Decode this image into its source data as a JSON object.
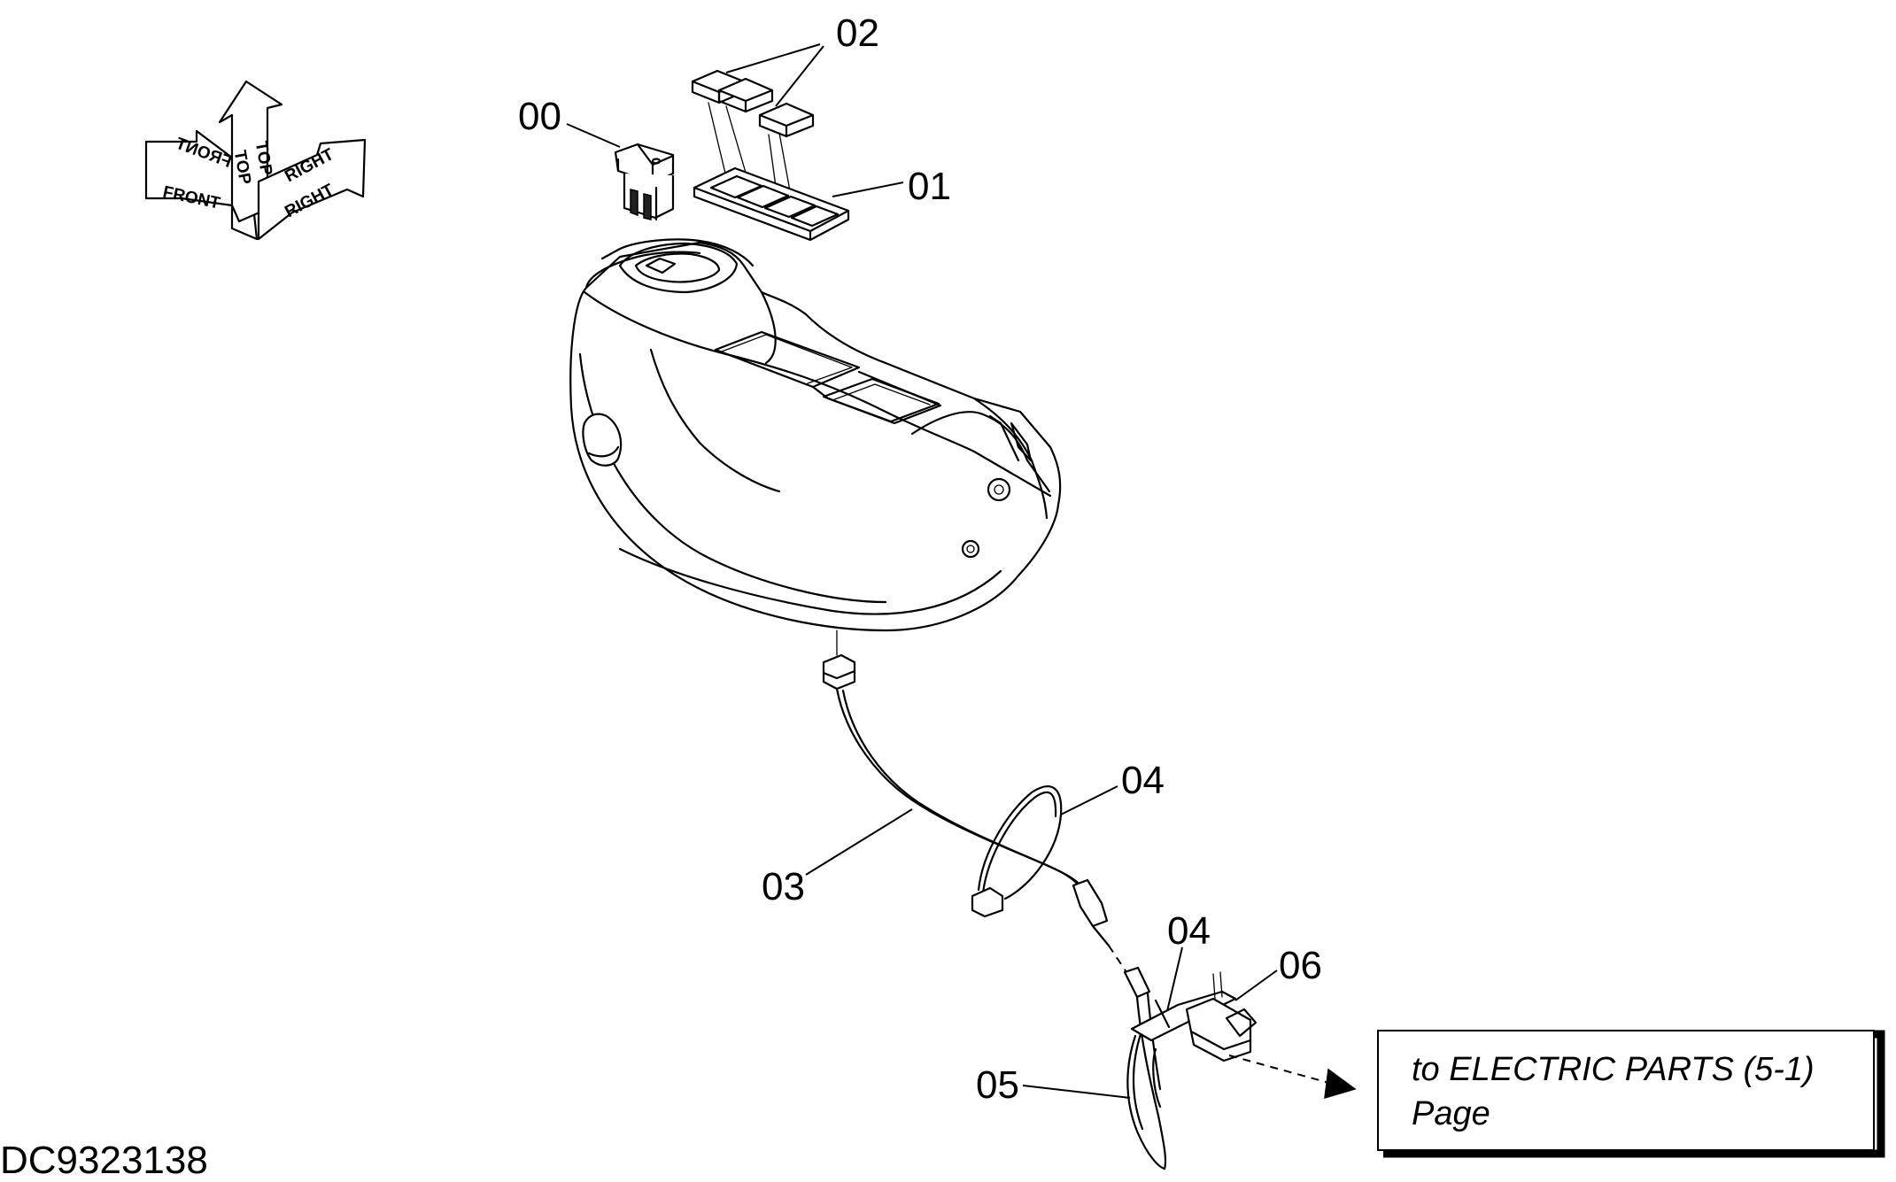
{
  "drawing_id": "DC9323138",
  "orientation_indicator": {
    "labels": {
      "front": "FRONT",
      "top": "TOP",
      "right": "RIGHT"
    }
  },
  "callouts": [
    {
      "id": "00",
      "label": "00"
    },
    {
      "id": "01",
      "label": "01"
    },
    {
      "id": "02",
      "label": "02"
    },
    {
      "id": "03",
      "label": "03"
    },
    {
      "id": "04a",
      "label": "04"
    },
    {
      "id": "04b",
      "label": "04"
    },
    {
      "id": "05",
      "label": "05"
    },
    {
      "id": "06",
      "label": "06"
    }
  ],
  "reference_box": {
    "line1": "to ELECTRIC PARTS (5-1)",
    "line2": "Page"
  },
  "colors": {
    "line": "#000000",
    "background": "#ffffff"
  }
}
